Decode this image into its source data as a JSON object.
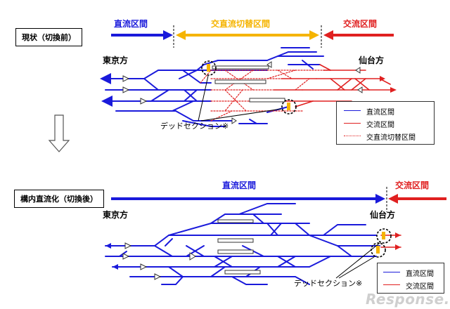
{
  "colors": {
    "dc": "#1a1adb",
    "ac": "#e02020",
    "switch": "#f5b400",
    "black": "#000000"
  },
  "top": {
    "state_label": "現状（切換前）",
    "zone_dc": "直流区間",
    "zone_switch": "交直流切替区間",
    "zone_ac": "交流区間",
    "left_dir": "東京方",
    "right_dir": "仙台方",
    "dead_section": "デッドセクション※",
    "legend": [
      {
        "text": "直流区間",
        "color_key": "dc",
        "style": "solid"
      },
      {
        "text": "交流区間",
        "color_key": "ac",
        "style": "solid"
      },
      {
        "text": "交直流切替区間",
        "color_key": "ac",
        "style": "dotted"
      }
    ]
  },
  "bottom": {
    "state_label": "構内直流化（切換後）",
    "zone_dc": "直流区間",
    "zone_ac": "交流区間",
    "left_dir": "東京方",
    "right_dir": "仙台方",
    "dead_section": "デッドセクション※",
    "legend": [
      {
        "text": "直流区間",
        "color_key": "dc",
        "style": "solid"
      },
      {
        "text": "交流区間",
        "color_key": "ac",
        "style": "solid"
      }
    ]
  },
  "down_arrow_icon": "down-arrow-icon",
  "watermark": "Response."
}
